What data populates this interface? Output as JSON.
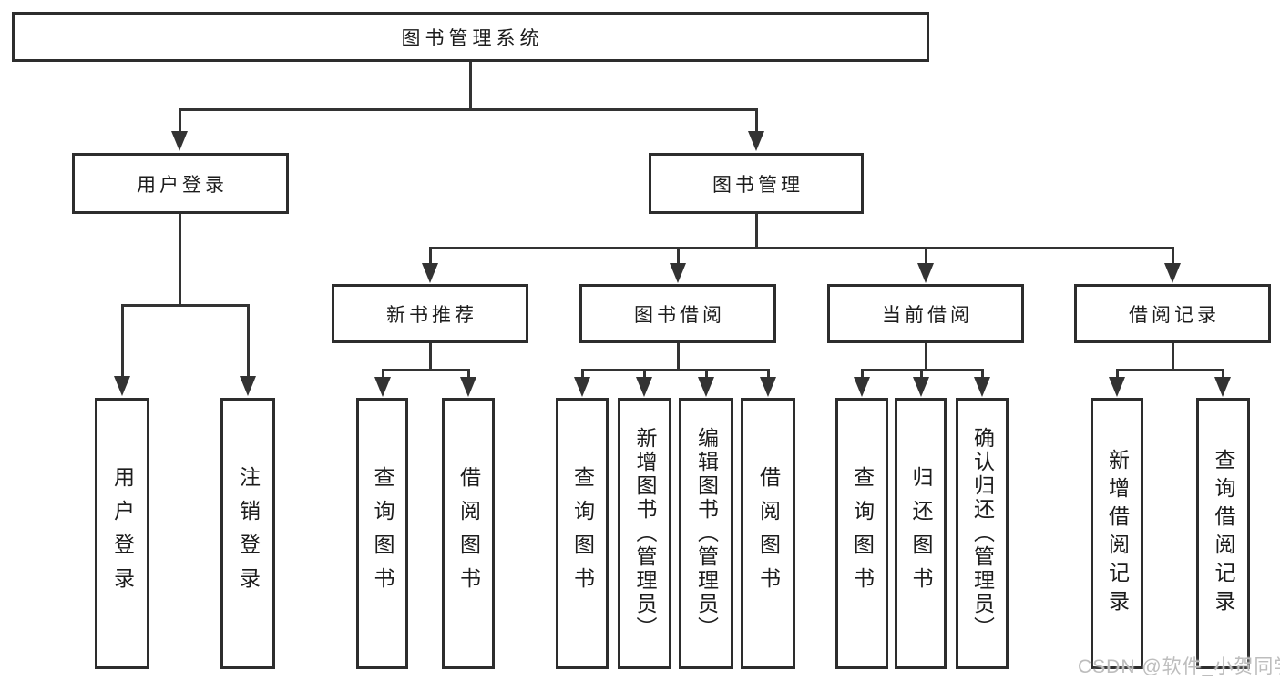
{
  "page": {
    "background": "#ffffff",
    "line_color": "#333333",
    "border_color": "#2d2d2d"
  },
  "diagram": {
    "root": {
      "label": "图书管理系统"
    },
    "level2": [
      {
        "label": "用户登录"
      },
      {
        "label": "图书管理"
      }
    ],
    "level3": [
      {
        "label": "新书推荐"
      },
      {
        "label": "图书借阅"
      },
      {
        "label": "当前借阅"
      },
      {
        "label": "借阅记录"
      }
    ],
    "leaves": {
      "user_login": [
        {
          "label": "用户登录"
        },
        {
          "label": "注销登录"
        }
      ],
      "new_book": [
        {
          "label": "查询图书"
        },
        {
          "label": "借阅图书"
        }
      ],
      "book_borrow": [
        {
          "label": "查询图书"
        },
        {
          "label": "新增图书（管理员）"
        },
        {
          "label": "编辑图书（管理员）"
        },
        {
          "label": "借阅图书"
        }
      ],
      "current_borrow": [
        {
          "label": "查询图书"
        },
        {
          "label": "归还图书"
        },
        {
          "label": "确认归还（管理员）"
        }
      ],
      "borrow_records": [
        {
          "label": "新增借阅记录"
        },
        {
          "label": "查询借阅记录"
        }
      ]
    }
  },
  "watermark": {
    "text": "CSDN @软件_小贺同学",
    "color": "#bdbdbd"
  }
}
